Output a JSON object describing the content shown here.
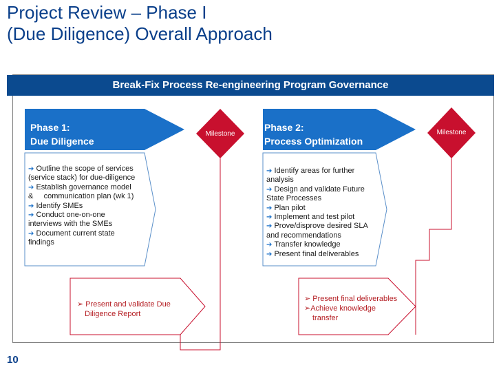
{
  "title": {
    "line1": "Project Review – Phase I",
    "line2": "(Due Diligence) Overall Approach"
  },
  "banner": "Break-Fix Process Re-engineering Program Governance",
  "phase1": {
    "title_line1": "Phase 1:",
    "title_line2": "Due Diligence",
    "bullets": [
      {
        "first": "Outline the scope of services",
        "rest": "(service stack) for due-diligence"
      },
      {
        "first": "Establish governance model",
        "rest": "&     communication plan (wk 1)"
      },
      {
        "first": "Identify SMEs",
        "rest": ""
      },
      {
        "first": "Conduct one-on-one",
        "rest": "interviews with the SMEs"
      },
      {
        "first": "Document current state",
        "rest": "findings"
      }
    ],
    "deliverable_line1": "Present and validate Due",
    "deliverable_line2": "Diligence Report"
  },
  "phase2": {
    "title_line1": "Phase 2:",
    "title_line2": "Process Optimization",
    "bullets": [
      {
        "first": "Identify areas for further",
        "rest": "analysis"
      },
      {
        "first": "Design and validate Future",
        "rest": "State Processes"
      },
      {
        "first": "Plan pilot",
        "rest": ""
      },
      {
        "first": "Implement and test pilot",
        "rest": ""
      },
      {
        "first": "Prove/disprove desired SLA",
        "rest": "and recommendations"
      },
      {
        "first": "Transfer knowledge",
        "rest": ""
      },
      {
        "first": "Present final deliverables",
        "rest": ""
      }
    ],
    "deliverable_line1": "Present final deliverables",
    "deliverable_line2": "Achieve knowledge",
    "deliverable_line3": "transfer"
  },
  "milestone1": "Milestone",
  "milestone2": "Milestone",
  "page_number": "10",
  "colors": {
    "navy": "#0b4a8f",
    "blue": "#1a70c8",
    "red": "#c8102e",
    "title": "#0a3f8a"
  }
}
